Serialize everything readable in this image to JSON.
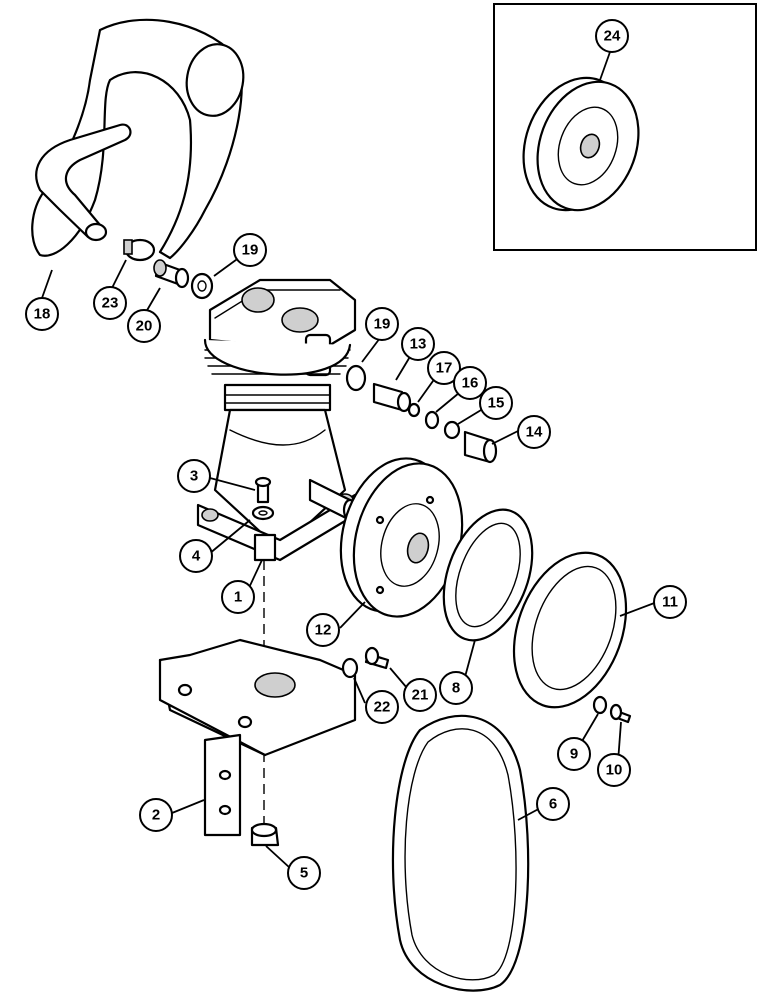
{
  "callouts": [
    {
      "id": "c1",
      "label": "1"
    },
    {
      "id": "c2",
      "label": "2"
    },
    {
      "id": "c3",
      "label": "3"
    },
    {
      "id": "c4",
      "label": "4"
    },
    {
      "id": "c5",
      "label": "5"
    },
    {
      "id": "c6",
      "label": "6"
    },
    {
      "id": "c8",
      "label": "8"
    },
    {
      "id": "c9",
      "label": "9"
    },
    {
      "id": "c10",
      "label": "10"
    },
    {
      "id": "c11",
      "label": "11"
    },
    {
      "id": "c12",
      "label": "12"
    },
    {
      "id": "c13",
      "label": "13"
    },
    {
      "id": "c14",
      "label": "14"
    },
    {
      "id": "c15",
      "label": "15"
    },
    {
      "id": "c16",
      "label": "16"
    },
    {
      "id": "c17",
      "label": "17"
    },
    {
      "id": "c18",
      "label": "18"
    },
    {
      "id": "c19a",
      "label": "19"
    },
    {
      "id": "c19b",
      "label": "19"
    },
    {
      "id": "c20",
      "label": "20"
    },
    {
      "id": "c21",
      "label": "21"
    },
    {
      "id": "c22",
      "label": "22"
    },
    {
      "id": "c23",
      "label": "23"
    },
    {
      "id": "c24",
      "label": "24"
    }
  ]
}
